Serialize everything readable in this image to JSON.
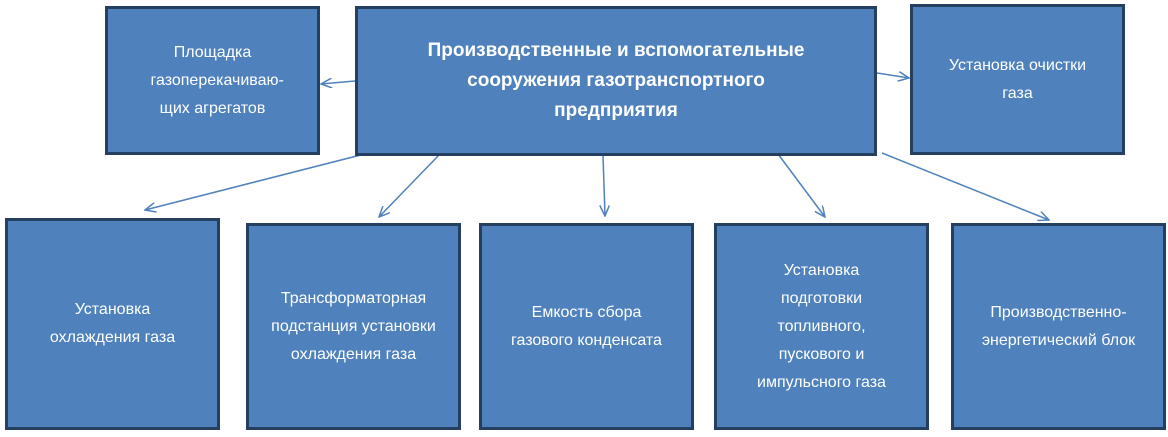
{
  "diagram": {
    "colors": {
      "box_fill": "#4f81bd",
      "box_border": "#243f60",
      "arrow": "#4f81bd",
      "text": "#ffffff"
    },
    "main": {
      "label": "Производственные и вспомогательные сооружения газотранспортного предприятия"
    },
    "left_node": {
      "label": "Площадка газоперекачиваю-щих агрегатов"
    },
    "right_node": {
      "label": "Установка очистки газа"
    },
    "bottom_nodes": [
      {
        "label": "Установка охлаждения газа"
      },
      {
        "label": "Трансформаторная подстанция установки охлаждения газа"
      },
      {
        "label": "Емкость сбора газового конденсата"
      },
      {
        "label": "Установка подготовки топливного, пускового и импульсного газа"
      },
      {
        "label": "Производственно-энергетический блок"
      }
    ]
  }
}
